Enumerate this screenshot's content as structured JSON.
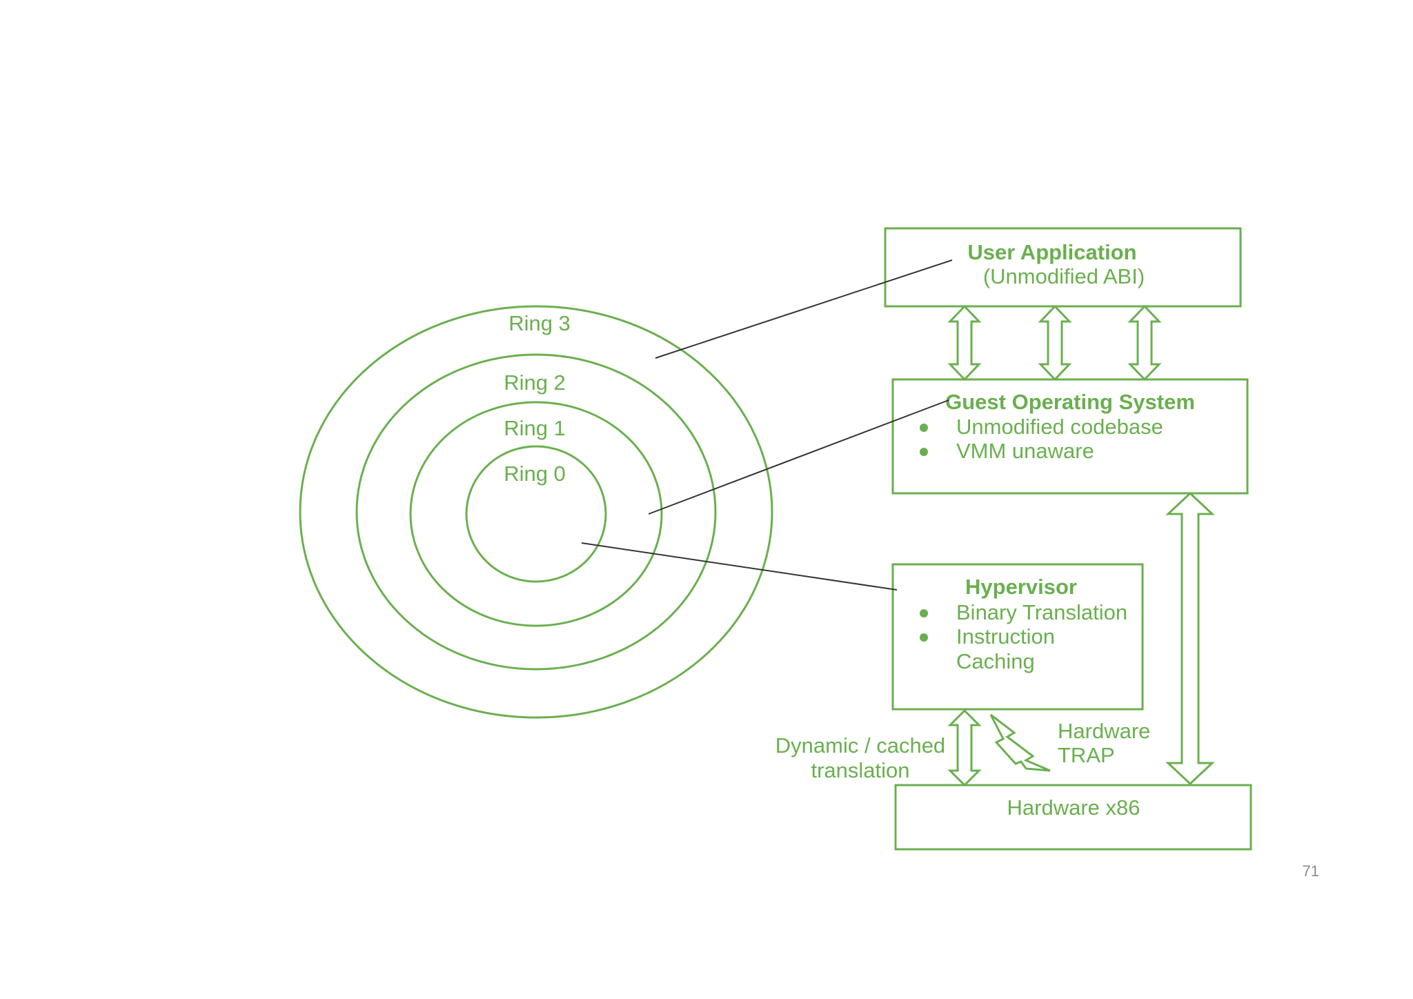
{
  "colors": {
    "accent": "#6aaf4f",
    "connector": "#333333",
    "page_number": "#8a8a8a"
  },
  "rings": {
    "ring3": "Ring 3",
    "ring2": "Ring 2",
    "ring1": "Ring 1",
    "ring0": "Ring 0"
  },
  "user_app": {
    "title": "User Application",
    "subtitle": "(Unmodified ABI)"
  },
  "guest_os": {
    "title": "Guest Operating System",
    "bullets": [
      "Unmodified codebase",
      "VMM unaware"
    ]
  },
  "hypervisor": {
    "title": "Hypervisor",
    "bullets": [
      "Binary Translation",
      "Instruction",
      "Caching"
    ]
  },
  "hardware": {
    "title": "Hardware x86"
  },
  "annotations": {
    "dynamic_line1": "Dynamic / cached",
    "dynamic_line2": "translation",
    "trap_line1": "Hardware",
    "trap_line2": "TRAP"
  },
  "page_number": "71"
}
